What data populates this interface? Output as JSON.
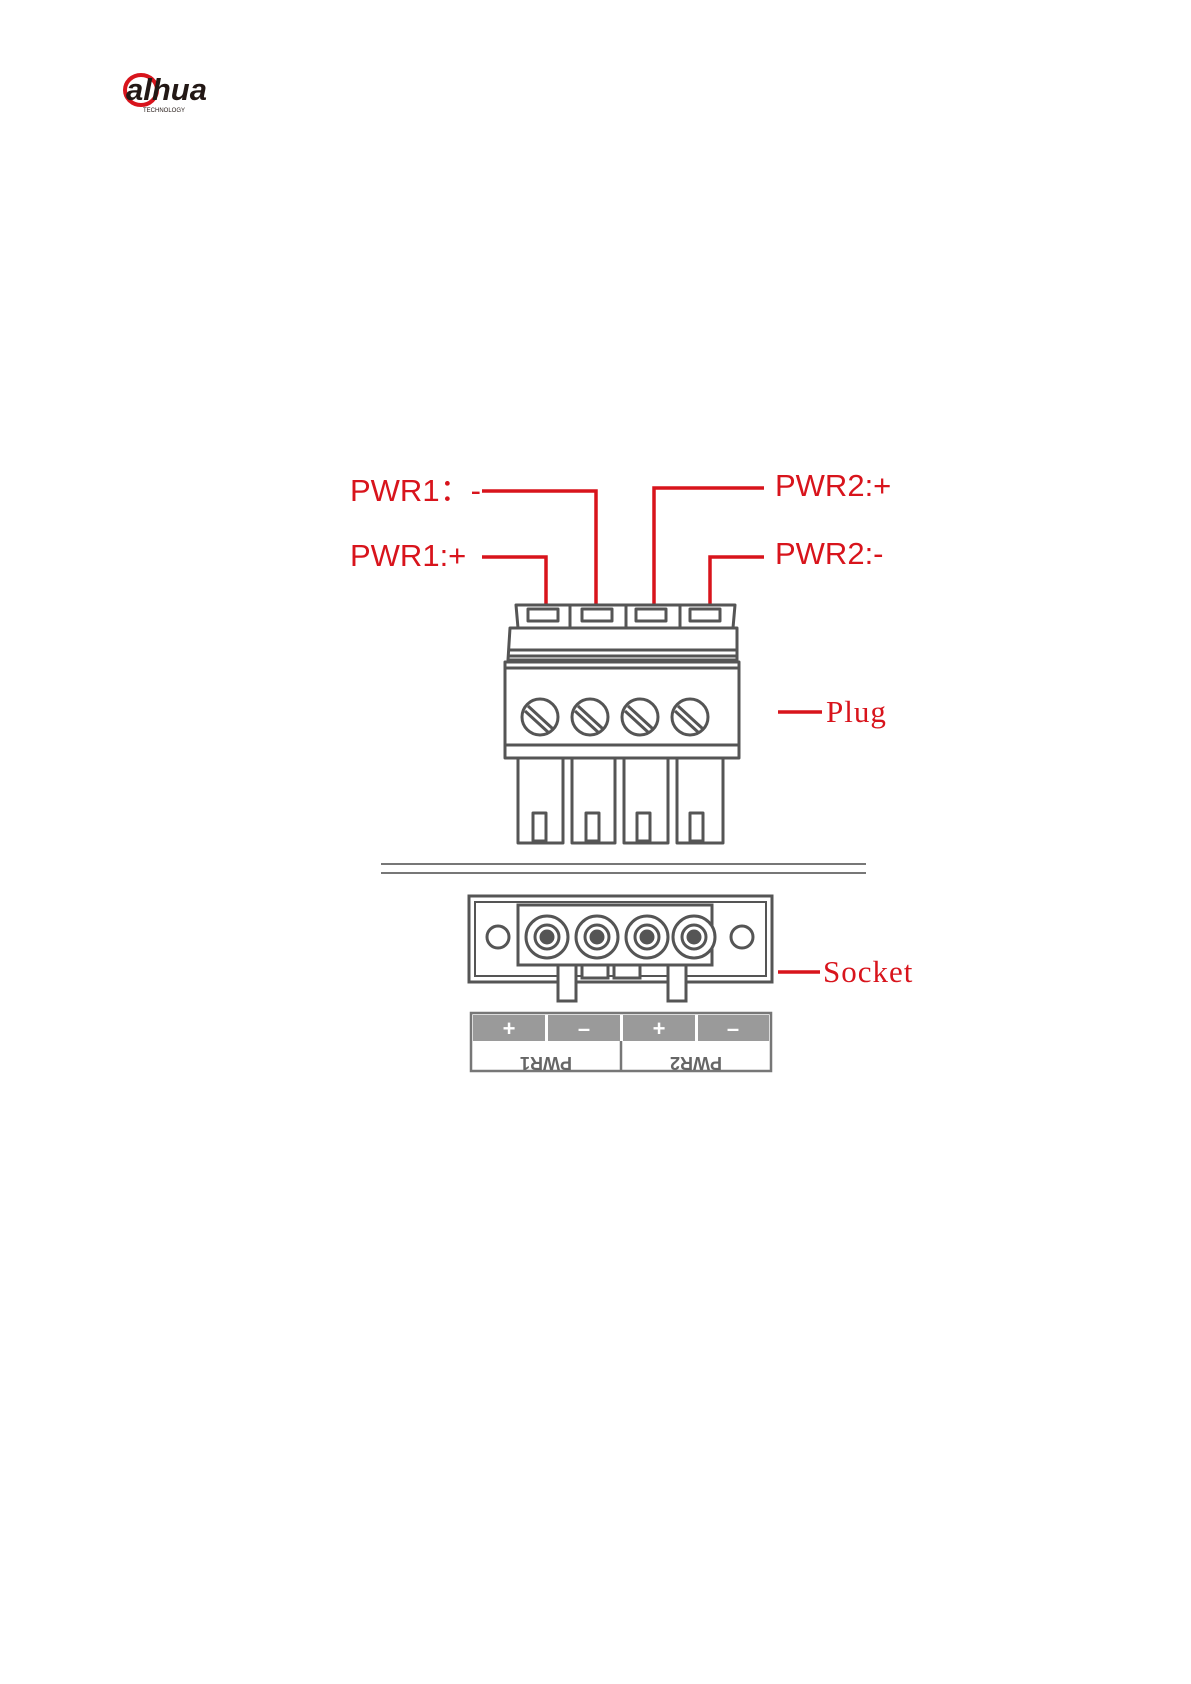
{
  "logo": {
    "name": "alhua",
    "subtitle": "TECHNOLOGY"
  },
  "diagram": {
    "labels": {
      "pwr1_minus": "PWR1：-",
      "pwr1_plus": "PWR1:+",
      "pwr2_plus": "PWR2:+",
      "pwr2_minus": "PWR2:-",
      "plug": "Plug",
      "socket": "Socket"
    },
    "socket_strip": {
      "symbols": [
        "+",
        "–",
        "+",
        "–"
      ],
      "groups": [
        "PWR1",
        "PWR2"
      ]
    },
    "colors": {
      "label": "#d8141c",
      "drawing": "#555555",
      "strip_fill": "#9a9a9a",
      "logo_red": "#d8141c",
      "logo_dark": "#231815"
    }
  }
}
